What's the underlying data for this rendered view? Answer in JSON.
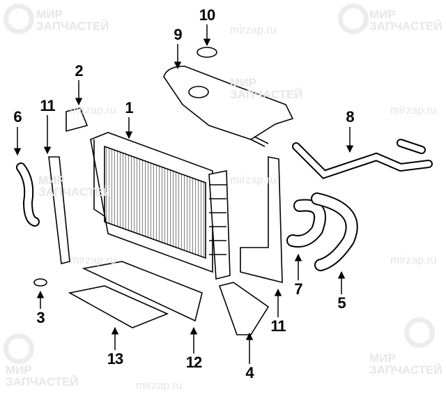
{
  "watermark": {
    "line1": "МИР",
    "line2": "ЗАПЧАСТЕЙ",
    "url": "mirzap.ru"
  },
  "callouts": {
    "c1": "1",
    "c2": "2",
    "c3": "3",
    "c4": "4",
    "c5": "5",
    "c6": "6",
    "c7": "7",
    "c8": "8",
    "c9": "9",
    "c10": "10",
    "c11a": "11",
    "c11b": "11",
    "c12": "12",
    "c13": "13"
  }
}
